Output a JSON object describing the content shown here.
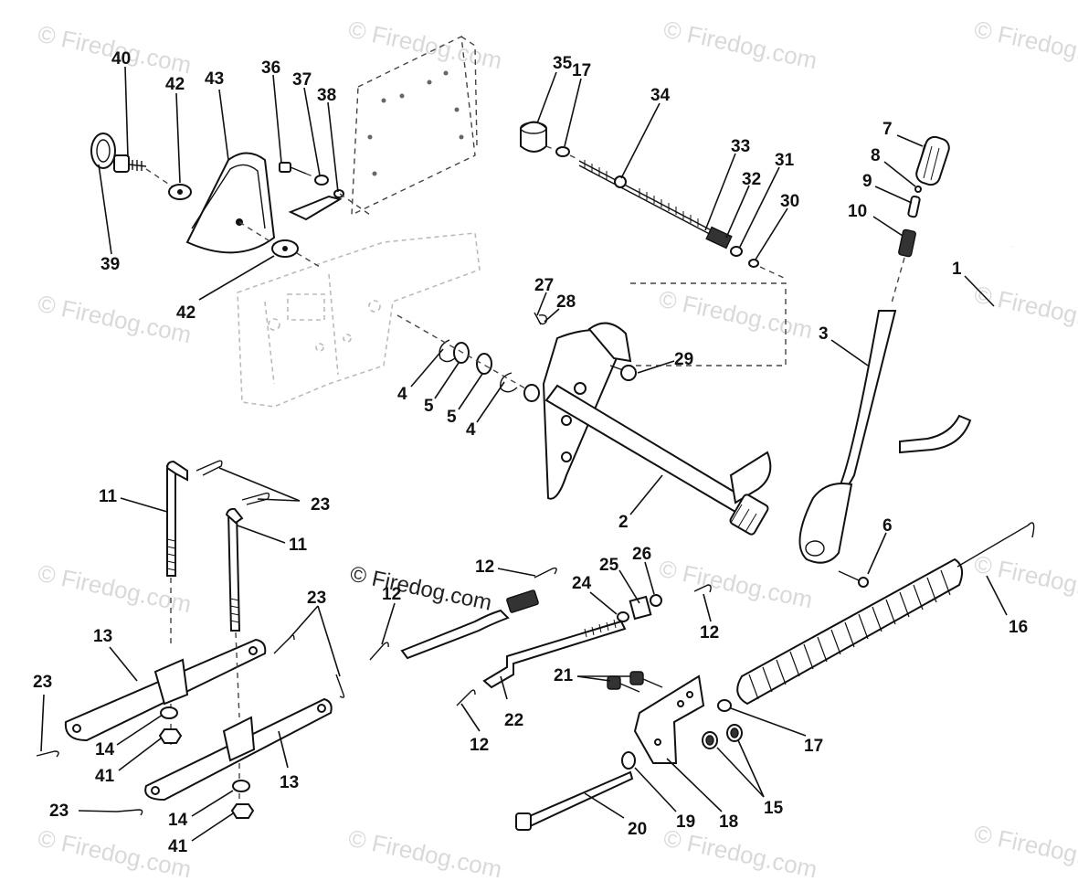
{
  "watermark": {
    "text": "© Firedog.com"
  },
  "center_watermark": {
    "text": "© Firedog.com"
  },
  "callouts": [
    {
      "id": "c40a",
      "text": "40"
    },
    {
      "id": "c42a",
      "text": "42"
    },
    {
      "id": "c43",
      "text": "43"
    },
    {
      "id": "c36",
      "text": "36"
    },
    {
      "id": "c37",
      "text": "37"
    },
    {
      "id": "c38",
      "text": "38"
    },
    {
      "id": "c39",
      "text": "39"
    },
    {
      "id": "c42b",
      "text": "42"
    },
    {
      "id": "c35",
      "text": "35"
    },
    {
      "id": "c17a",
      "text": "17"
    },
    {
      "id": "c34",
      "text": "34"
    },
    {
      "id": "c33",
      "text": "33"
    },
    {
      "id": "c32",
      "text": "32"
    },
    {
      "id": "c31",
      "text": "31"
    },
    {
      "id": "c30",
      "text": "30"
    },
    {
      "id": "c7",
      "text": "7"
    },
    {
      "id": "c8",
      "text": "8"
    },
    {
      "id": "c9",
      "text": "9"
    },
    {
      "id": "c10",
      "text": "10"
    },
    {
      "id": "c1",
      "text": "1"
    },
    {
      "id": "c3",
      "text": "3"
    },
    {
      "id": "c27",
      "text": "27"
    },
    {
      "id": "c28",
      "text": "28"
    },
    {
      "id": "c29",
      "text": "29"
    },
    {
      "id": "c4a",
      "text": "4"
    },
    {
      "id": "c5a",
      "text": "5"
    },
    {
      "id": "c5b",
      "text": "5"
    },
    {
      "id": "c4b",
      "text": "4"
    },
    {
      "id": "c2",
      "text": "2"
    },
    {
      "id": "c11a",
      "text": "11"
    },
    {
      "id": "c23a",
      "text": "23"
    },
    {
      "id": "c11b",
      "text": "11"
    },
    {
      "id": "c6",
      "text": "6"
    },
    {
      "id": "c12a",
      "text": "12"
    },
    {
      "id": "c25",
      "text": "25"
    },
    {
      "id": "c26",
      "text": "26"
    },
    {
      "id": "c24",
      "text": "24"
    },
    {
      "id": "c12b",
      "text": "12"
    },
    {
      "id": "c12c",
      "text": "12"
    },
    {
      "id": "c16",
      "text": "16"
    },
    {
      "id": "c23b",
      "text": "23"
    },
    {
      "id": "c13a",
      "text": "13"
    },
    {
      "id": "c23c",
      "text": "23"
    },
    {
      "id": "c21",
      "text": "21"
    },
    {
      "id": "c14a",
      "text": "14"
    },
    {
      "id": "c41a",
      "text": "41"
    },
    {
      "id": "c22",
      "text": "22"
    },
    {
      "id": "c12d",
      "text": "12"
    },
    {
      "id": "c17b",
      "text": "17"
    },
    {
      "id": "c13b",
      "text": "13"
    },
    {
      "id": "c15",
      "text": "15"
    },
    {
      "id": "c23d",
      "text": "23"
    },
    {
      "id": "c14b",
      "text": "14"
    },
    {
      "id": "c41b",
      "text": "41"
    },
    {
      "id": "c20",
      "text": "20"
    },
    {
      "id": "c19",
      "text": "19"
    },
    {
      "id": "c18",
      "text": "18"
    }
  ]
}
